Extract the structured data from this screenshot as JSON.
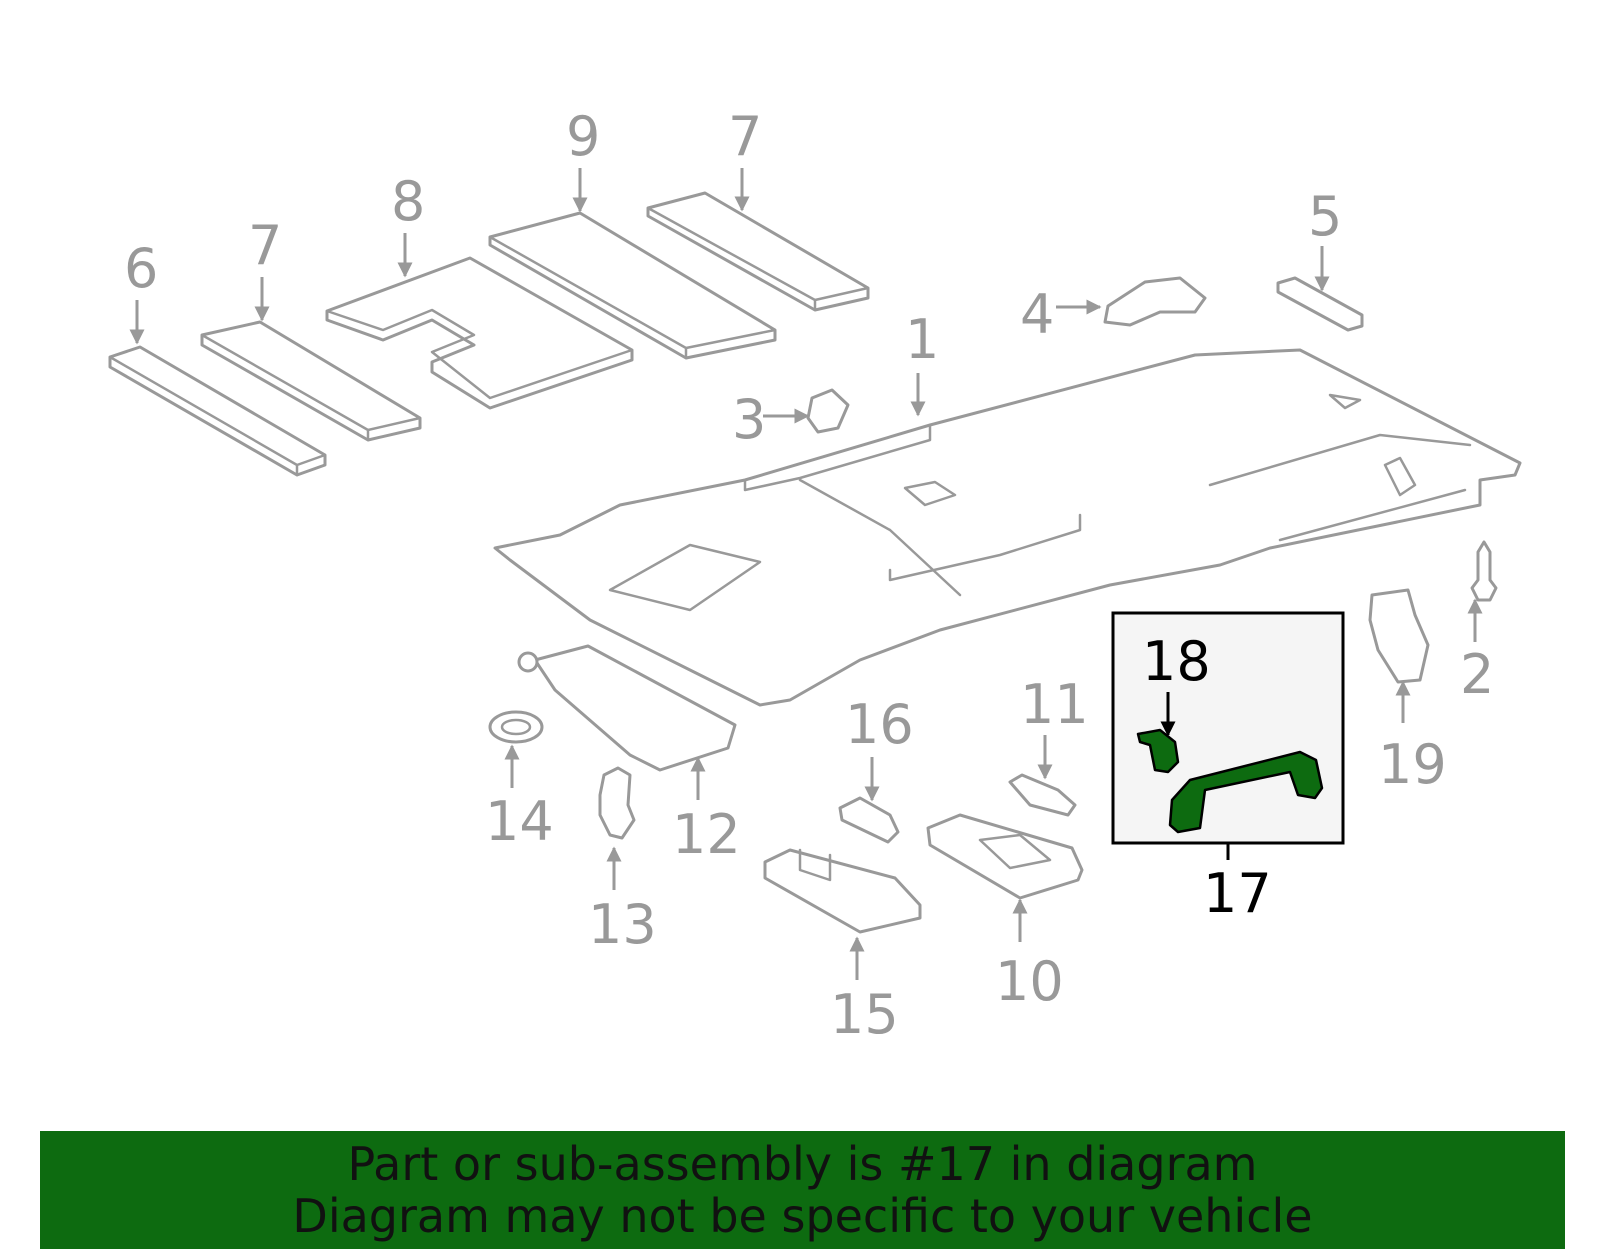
{
  "callouts": {
    "p1": "1",
    "p2": "2",
    "p3": "3",
    "p4": "4",
    "p5": "5",
    "p6": "6",
    "p7a": "7",
    "p7b": "7",
    "p8": "8",
    "p9": "9",
    "p10": "10",
    "p11": "11",
    "p12": "12",
    "p13": "13",
    "p14": "14",
    "p15": "15",
    "p16": "16",
    "p17": "17",
    "p18": "18",
    "p19": "19"
  },
  "highlight": {
    "color": "#0d6b10",
    "box_fill": "#f5f5f5",
    "part_number": "17"
  },
  "banner": {
    "line1": "Part or sub-assembly is #17 in diagram",
    "line2": "Diagram may not be specific to your vehicle",
    "background": "#0d6b10"
  }
}
